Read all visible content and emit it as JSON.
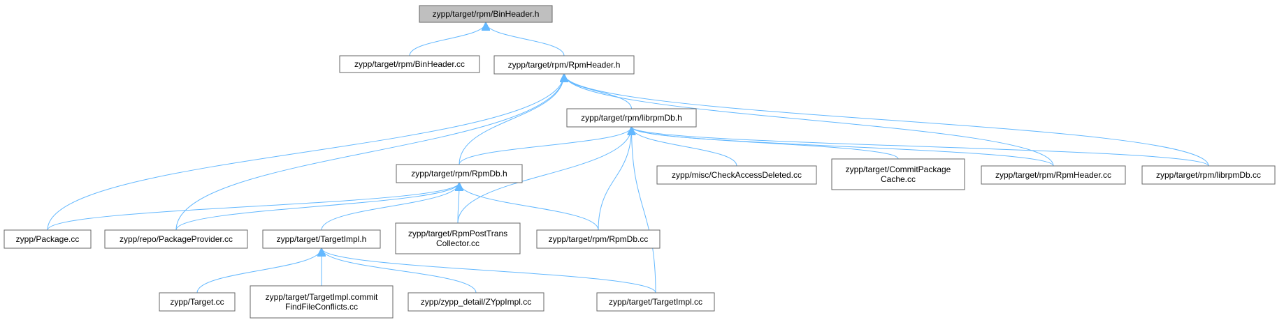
{
  "diagram": {
    "colors": {
      "edge": "#63b8ff",
      "node_fill": "#ffffff",
      "root_fill": "#bfbfbf",
      "border": "#666666"
    },
    "nodes": [
      {
        "id": "binheader_h",
        "lines": [
          "zypp/target/rpm/BinHeader.h"
        ],
        "highlighted": true
      },
      {
        "id": "binheader_cc",
        "lines": [
          "zypp/target/rpm/BinHeader.cc"
        ]
      },
      {
        "id": "rpmheader_h",
        "lines": [
          "zypp/target/rpm/RpmHeader.h"
        ]
      },
      {
        "id": "librpmdb_h",
        "lines": [
          "zypp/target/rpm/librpmDb.h"
        ]
      },
      {
        "id": "rpmdb_h",
        "lines": [
          "zypp/target/rpm/RpmDb.h"
        ]
      },
      {
        "id": "checkaccess",
        "lines": [
          "zypp/misc/CheckAccessDeleted.cc"
        ]
      },
      {
        "id": "commitcache",
        "lines": [
          "zypp/target/CommitPackage",
          "Cache.cc"
        ]
      },
      {
        "id": "rpmheader_cc",
        "lines": [
          "zypp/target/rpm/RpmHeader.cc"
        ]
      },
      {
        "id": "librpmdb_cc",
        "lines": [
          "zypp/target/rpm/librpmDb.cc"
        ]
      },
      {
        "id": "package_cc",
        "lines": [
          "zypp/Package.cc"
        ]
      },
      {
        "id": "pkgprovider",
        "lines": [
          "zypp/repo/PackageProvider.cc"
        ]
      },
      {
        "id": "targetimpl_h",
        "lines": [
          "zypp/target/TargetImpl.h"
        ]
      },
      {
        "id": "posttrans",
        "lines": [
          "zypp/target/RpmPostTrans",
          "Collector.cc"
        ]
      },
      {
        "id": "rpmdb_cc",
        "lines": [
          "zypp/target/rpm/RpmDb.cc"
        ]
      },
      {
        "id": "target_cc",
        "lines": [
          "zypp/Target.cc"
        ]
      },
      {
        "id": "commitfind",
        "lines": [
          "zypp/target/TargetImpl.commit",
          "FindFileConflicts.cc"
        ]
      },
      {
        "id": "zyppimpl",
        "lines": [
          "zypp/zypp_detail/ZYppImpl.cc"
        ]
      },
      {
        "id": "targetimpl_cc",
        "lines": [
          "zypp/target/TargetImpl.cc"
        ]
      }
    ],
    "edges": [
      [
        "binheader_cc",
        "binheader_h"
      ],
      [
        "rpmheader_h",
        "binheader_h"
      ],
      [
        "librpmdb_h",
        "rpmheader_h"
      ],
      [
        "rpmdb_h",
        "rpmheader_h"
      ],
      [
        "package_cc",
        "rpmheader_h"
      ],
      [
        "pkgprovider",
        "rpmheader_h"
      ],
      [
        "rpmheader_cc",
        "rpmheader_h"
      ],
      [
        "librpmdb_cc",
        "rpmheader_h"
      ],
      [
        "rpmdb_h",
        "librpmdb_h"
      ],
      [
        "checkaccess",
        "librpmdb_h"
      ],
      [
        "commitcache",
        "librpmdb_h"
      ],
      [
        "rpmheader_cc",
        "librpmdb_h"
      ],
      [
        "librpmdb_cc",
        "librpmdb_h"
      ],
      [
        "posttrans",
        "librpmdb_h"
      ],
      [
        "rpmdb_cc",
        "librpmdb_h"
      ],
      [
        "targetimpl_cc",
        "librpmdb_h"
      ],
      [
        "package_cc",
        "rpmdb_h"
      ],
      [
        "pkgprovider",
        "rpmdb_h"
      ],
      [
        "targetimpl_h",
        "rpmdb_h"
      ],
      [
        "posttrans",
        "rpmdb_h"
      ],
      [
        "rpmdb_cc",
        "rpmdb_h"
      ],
      [
        "target_cc",
        "targetimpl_h"
      ],
      [
        "commitfind",
        "targetimpl_h"
      ],
      [
        "zyppimpl",
        "targetimpl_h"
      ],
      [
        "targetimpl_cc",
        "targetimpl_h"
      ]
    ]
  }
}
